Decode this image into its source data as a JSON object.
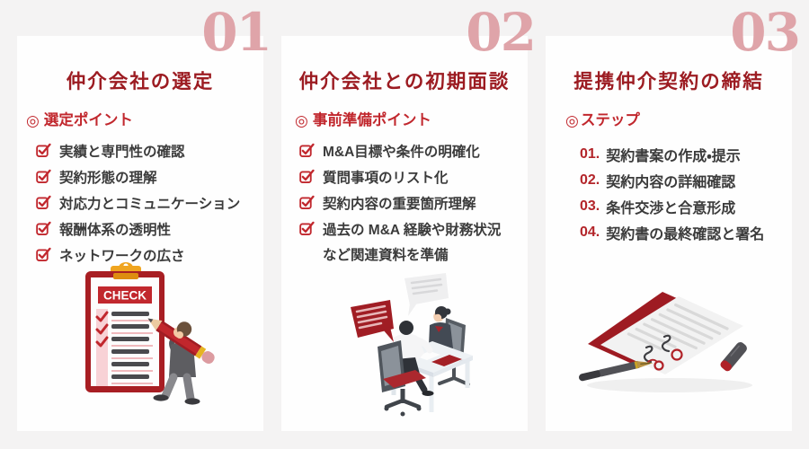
{
  "colors": {
    "background": "#f4f3f3",
    "card": "#fefefe",
    "title_red": "#9c1c22",
    "accent_red": "#c1272d",
    "step_number_red": "#b3252a",
    "watermark_pink": "#dfa4a9",
    "body_text": "#3b3b3b"
  },
  "panels": [
    {
      "number": "01",
      "title": "仲介会社の選定",
      "marker": "◎",
      "section_label": "選定ポイント",
      "items": [
        "実績と専門性の確認",
        "契約形態の理解",
        "対応力とコミュニケーション",
        "報酬体系の透明性",
        "ネットワークの広さ"
      ]
    },
    {
      "number": "02",
      "title": "仲介会社との初期面談",
      "marker": "◎",
      "section_label": "事前準備ポイント",
      "items": [
        "M&A目標や条件の明確化",
        "質問事項のリスト化",
        "契約内容の重要箇所理解",
        "過去の M&A 経験や財務状況"
      ],
      "item_continuation": "など関連資料を準備"
    },
    {
      "number": "03",
      "title": "提携仲介契約の締結",
      "marker": "◎",
      "section_label": "ステップ",
      "steps": [
        {
          "num": "01.",
          "text": "契約書案の作成・提示"
        },
        {
          "num": "02.",
          "text": "契約内容の詳細確認"
        },
        {
          "num": "03.",
          "text": "条件交渉と合意形成"
        },
        {
          "num": "04.",
          "text": "契約書の最終確認と署名"
        }
      ]
    }
  ],
  "illustrations": {
    "clipboard_label": "CHECK"
  }
}
